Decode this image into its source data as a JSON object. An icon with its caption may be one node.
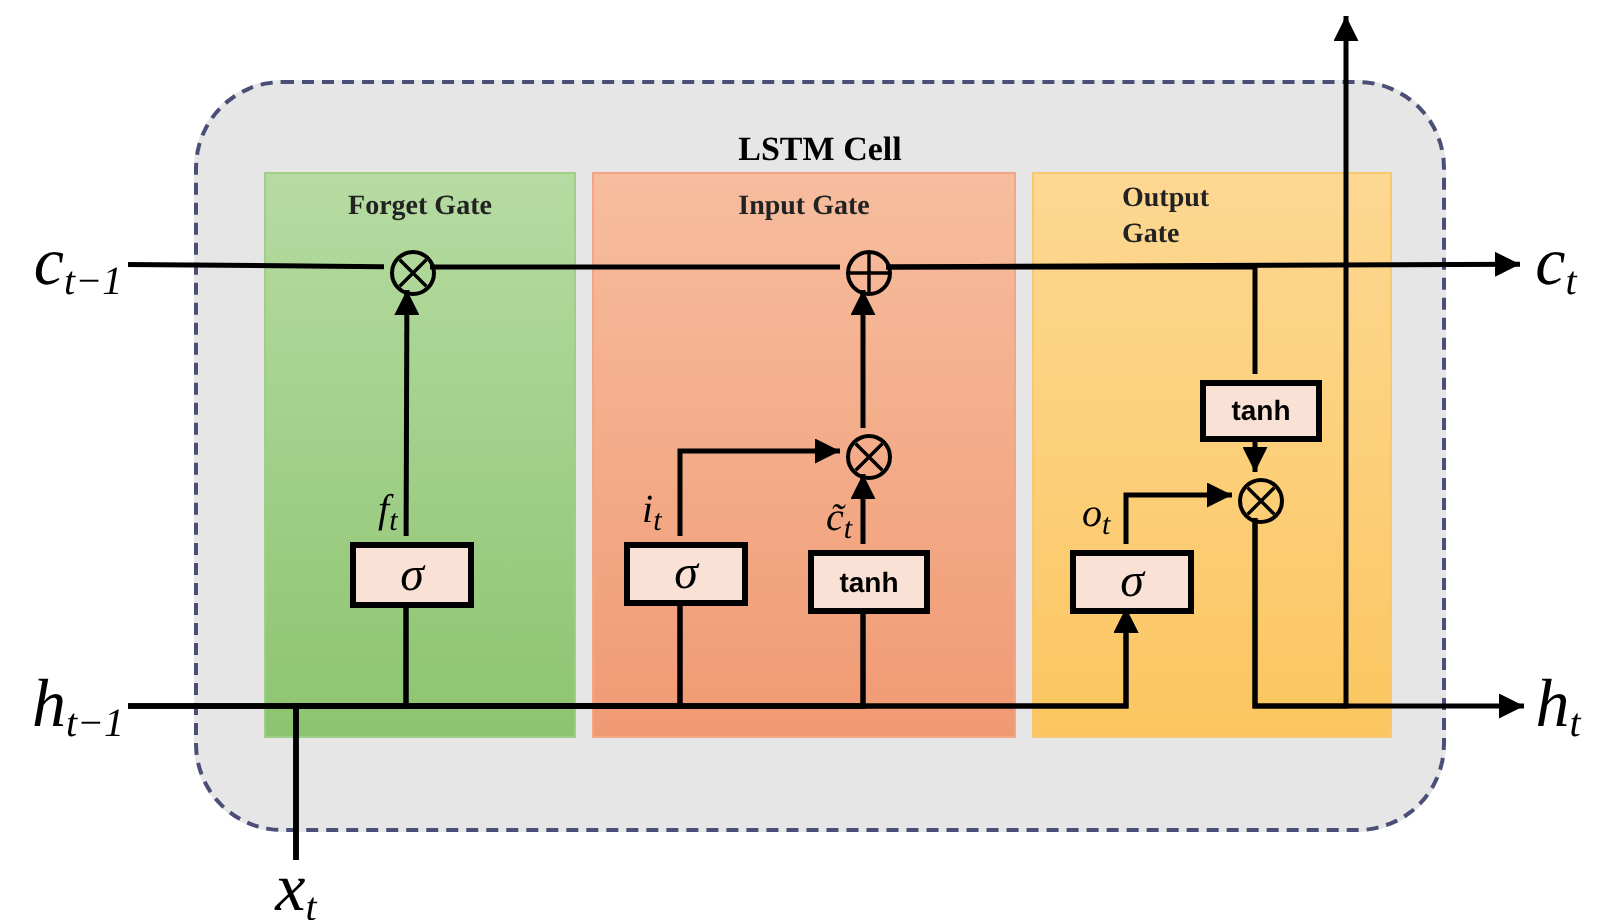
{
  "diagram": {
    "nodes": [
      {
        "text": [
          "LSTM Cell"
        ]
      },
      {
        "text": [
          "Forget Gate"
        ],
        "in": 0
      },
      {
        "text": [
          "Input Gate"
        ],
        "in": 0
      },
      {
        "text": [
          "Output Gate"
        ],
        "in": 0
      },
      {
        "text": [],
        "shape": "circle",
        "in": 1
      },
      {
        "text": [
          "σ"
        ],
        "in": 1,
        "beside": [
          "f$_{t}$"
        ]
      },
      {
        "text": [],
        "shape": "circle",
        "in": 2
      },
      {
        "text": [],
        "shape": "circle",
        "in": 2
      },
      {
        "text": [
          "σ"
        ],
        "in": 2,
        "beside": [
          "i$_{t}$"
        ]
      },
      {
        "text": [
          "tanh"
        ],
        "in": 2,
        "beside": [
          "c̃$_{t}$"
        ]
      },
      {
        "text": [
          "tanh"
        ],
        "in": 3
      },
      {
        "text": [],
        "shape": "circle",
        "in": 3
      },
      {
        "text": [
          "σ"
        ],
        "in": 3,
        "beside": [
          "o$_{t}$"
        ]
      },
      {
        "text": [
          "c$_{t−1}$"
        ]
      },
      {
        "text": [
          "h$_{t−1}$"
        ]
      },
      {
        "text": [
          "x$_{t}$"
        ]
      },
      {
        "text": [
          "c$_{t}$"
        ]
      },
      {
        "text": [
          "h$_{t}$"
        ]
      }
    ],
    "edges": [
      {
        "from": 13,
        "to": 4,
        "arrow": "none"
      },
      {
        "from": 4,
        "to": 6,
        "arrow": "none"
      },
      {
        "from": 6,
        "to": 16,
        "arrow": "to"
      },
      {
        "from": 6,
        "to": 10,
        "arrow": "none"
      },
      {
        "from": 5,
        "to": 4,
        "arrow": "to"
      },
      {
        "from": 8,
        "to": 7,
        "arrow": "to"
      },
      {
        "from": 9,
        "to": 7,
        "arrow": "to"
      },
      {
        "from": 7,
        "to": 6,
        "arrow": "to"
      },
      {
        "from": 10,
        "to": 11,
        "arrow": "to"
      },
      {
        "from": 12,
        "to": 11,
        "arrow": "to"
      },
      {
        "from": 11,
        "to": 17,
        "arrow": "to"
      },
      {
        "from": 11,
        "to": null,
        "arrow": "to"
      },
      {
        "from": 14,
        "to": 5,
        "arrow": "none"
      },
      {
        "from": 14,
        "to": 8,
        "arrow": "none"
      },
      {
        "from": 14,
        "to": 9,
        "arrow": "none"
      },
      {
        "from": 14,
        "to": 12,
        "arrow": "to"
      },
      {
        "from": 15,
        "to": 5,
        "arrow": "none"
      },
      {
        "from": 15,
        "to": 8,
        "arrow": "none"
      },
      {
        "from": 15,
        "to": 9,
        "arrow": "none"
      },
      {
        "from": 15,
        "to": 12,
        "arrow": "to"
      }
    ]
  }
}
